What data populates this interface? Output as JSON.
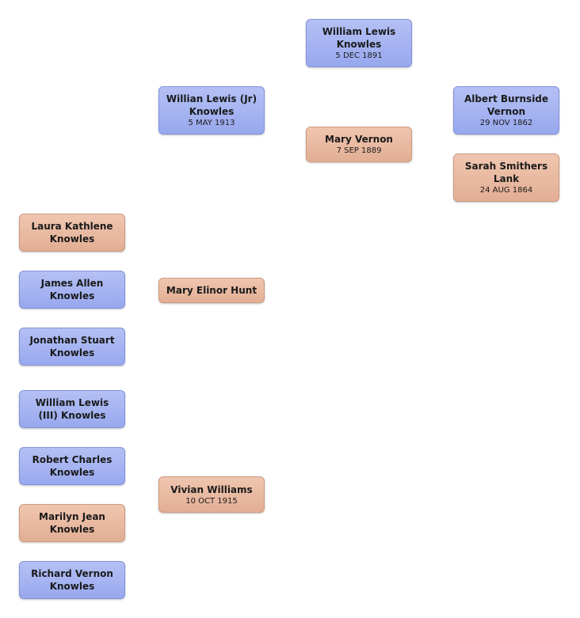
{
  "colors": {
    "male": "#a5b3f1",
    "female": "#e8b8a0"
  },
  "people": {
    "william_lewis": {
      "name": "William Lewis Knowles",
      "date": "5 DEC 1891"
    },
    "mary_vernon": {
      "name": "Mary  Vernon",
      "date": "7 SEP 1889"
    },
    "willian_lewis_jr": {
      "name": "Willian Lewis (Jr) Knowles",
      "date": "5 MAY 1913"
    },
    "albert_burnside": {
      "name": "Albert Burnside Vernon",
      "date": "29 NOV 1862"
    },
    "sarah_smithers": {
      "name": "Sarah Smithers Lank",
      "date": "24 AUG 1864"
    },
    "mary_elinor": {
      "name": "Mary Elinor Hunt"
    },
    "vivian_williams": {
      "name": "Vivian  Williams",
      "date": "10 OCT 1915"
    },
    "laura_kathlene": {
      "name": "Laura Kathlene Knowles"
    },
    "james_allen": {
      "name": "James Allen Knowles"
    },
    "jonathan_stuart": {
      "name": "Jonathan Stuart Knowles"
    },
    "william_lewis_iii": {
      "name": "William Lewis (III) Knowles"
    },
    "robert_charles": {
      "name": "Robert Charles Knowles"
    },
    "marilyn_jean": {
      "name": "Marilyn Jean Knowles"
    },
    "richard_vernon": {
      "name": "Richard Vernon Knowles"
    }
  }
}
